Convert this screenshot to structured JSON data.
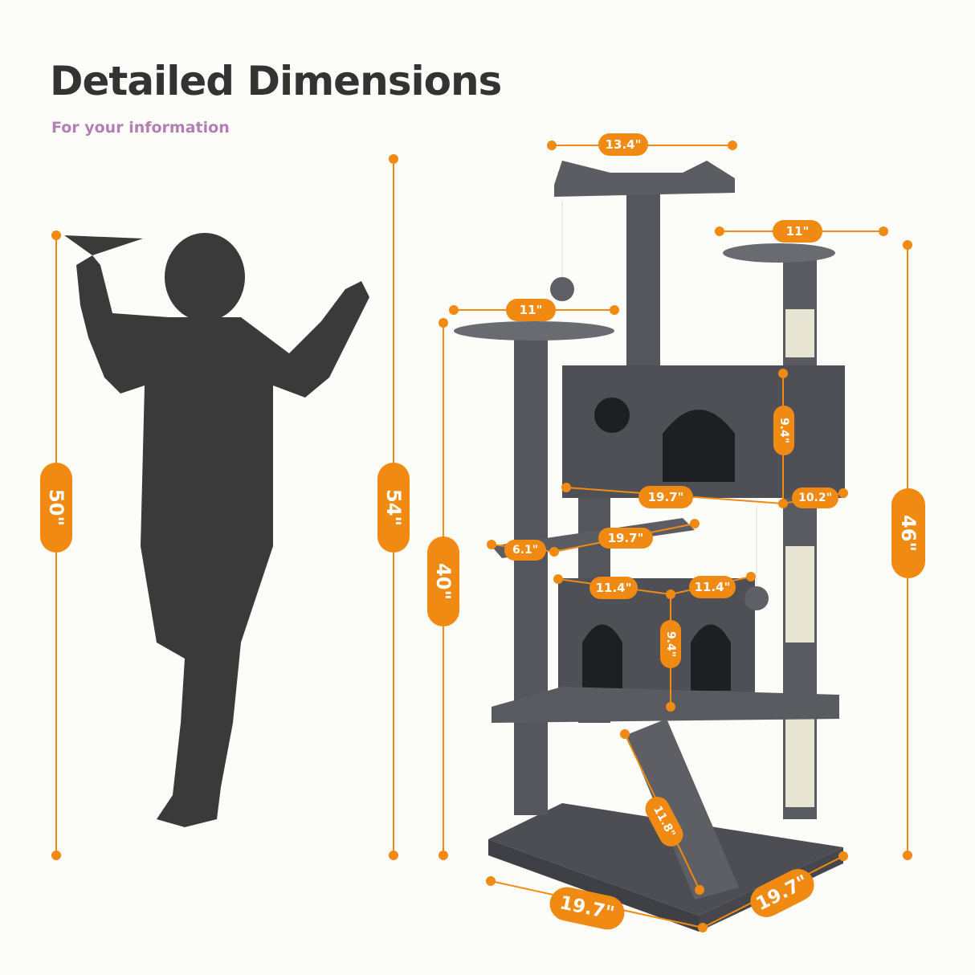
{
  "header": {
    "title": "Detailed Dimensions",
    "subtitle": "For your information"
  },
  "colors": {
    "background": "#fcfcf8",
    "title": "#333333",
    "subtitle": "#b27fb3",
    "accent": "#f08a12",
    "silhouette": "#3a3a3a",
    "plush": "#55565c",
    "sisal": "#e8e4d4"
  },
  "reference": {
    "figure": "child-silhouette",
    "height_label": "50\""
  },
  "dimensions": {
    "total_height": "54\"",
    "left_platform_height": "40\"",
    "right_platform_height": "46\"",
    "top_perch_width": "13.4\"",
    "right_platform_width": "11\"",
    "left_platform_width": "11\"",
    "upper_condo_height": "9.4\"",
    "upper_condo_width": "19.7\"",
    "upper_condo_depth": "10.2\"",
    "middle_shelf_depth": "6.1\"",
    "middle_shelf_width": "19.7\"",
    "lower_condo_width": "11.4\"",
    "lower_condo_depth": "11.4\"",
    "lower_condo_height": "9.4\"",
    "ramp_length": "11.8\"",
    "base_width": "19.7\"",
    "base_depth": "19.7\""
  }
}
